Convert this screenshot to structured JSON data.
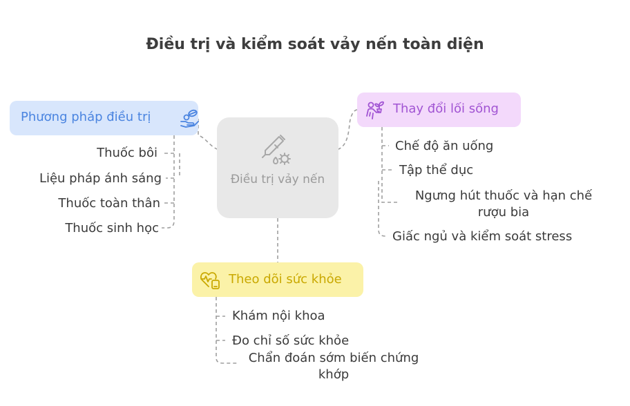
{
  "title": "Điều trị và kiểm soát vảy nến toàn diện",
  "center": {
    "label": "Điều trị vảy nến",
    "icon": "dropper-and-germ-icon"
  },
  "branches": {
    "treatment": {
      "label": "Phương pháp điều trị",
      "icon": "pills-hand-icon",
      "color": "#4a84e0",
      "background": "#d8e6fc",
      "items": [
        "Thuốc bôi",
        "Liệu pháp ánh sáng",
        "Thuốc toàn thân",
        "Thuốc sinh học"
      ]
    },
    "lifestyle": {
      "label": "Thay đổi lối sống",
      "icon": "person-with-plant-icon",
      "color": "#a154d3",
      "background": "#f3d9fb",
      "items": [
        "Chế độ ăn uống",
        "Tập thể dục",
        "Ngưng hút thuốc và hạn chế rượu bia",
        "Giấc ngủ và kiểm soát stress"
      ]
    },
    "monitoring": {
      "label": "Theo dõi sức khỏe",
      "icon": "heart-pulse-device-icon",
      "color": "#c9a800",
      "background": "#fbf2a8",
      "items": [
        "Khám nội khoa",
        "Đo chỉ số sức khỏe",
        "Chẩn đoán sớm biến chứng khớp"
      ]
    }
  }
}
